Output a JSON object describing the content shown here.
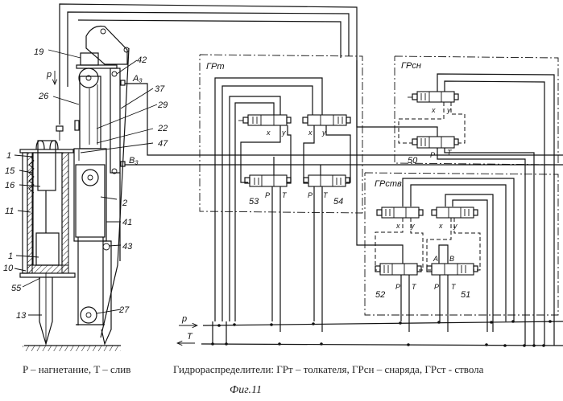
{
  "figure": {
    "caption_left": "P – нагнетание, T – слив",
    "caption_right": "Гидрораспределители: ГРт – толкателя, ГРсн – снаряда,  ГРст - ствола",
    "figure_label": "Фиг.11"
  },
  "mechanism_labels": {
    "n19": "19",
    "p_arrow": "p",
    "n26": "26",
    "n42": "42",
    "a3": "A₃",
    "n37": "37",
    "n29": "29",
    "n22": "22",
    "n47": "47",
    "b3": "B₃",
    "n1_top": "1",
    "n15": "15",
    "n16": "16",
    "n2": "2",
    "n11": "11",
    "n41": "41",
    "n43": "43",
    "n1_bottom": "1",
    "n10": "10",
    "n55": "55",
    "n13": "13",
    "n27": "27"
  },
  "valve_groups": {
    "grt": {
      "title": "ГРт",
      "pilot_left": {
        "x": "x",
        "y": "y"
      },
      "pilot_right": {
        "x": "x",
        "y": "y"
      },
      "main_left": {
        "number": "53",
        "p": "P",
        "t": "T"
      },
      "main_right": {
        "number": "54",
        "p": "P",
        "t": "T"
      }
    },
    "grsn": {
      "title": "ГРсн",
      "pilot": {
        "x": "x",
        "y": "y"
      },
      "main": {
        "number": "50",
        "p": "P",
        "t": "T"
      }
    },
    "grstv": {
      "title": "ГРств.",
      "pilot_left": {
        "x": "x",
        "y": "y"
      },
      "pilot_right": {
        "x": "x",
        "y": "y"
      },
      "main_left": {
        "number": "52",
        "p": "P",
        "t": "T"
      },
      "main_right": {
        "number": "51",
        "p": "P",
        "t": "T",
        "a": "A",
        "b": "B"
      }
    }
  },
  "supply_lines": {
    "pressure": "p",
    "tank": "T"
  }
}
